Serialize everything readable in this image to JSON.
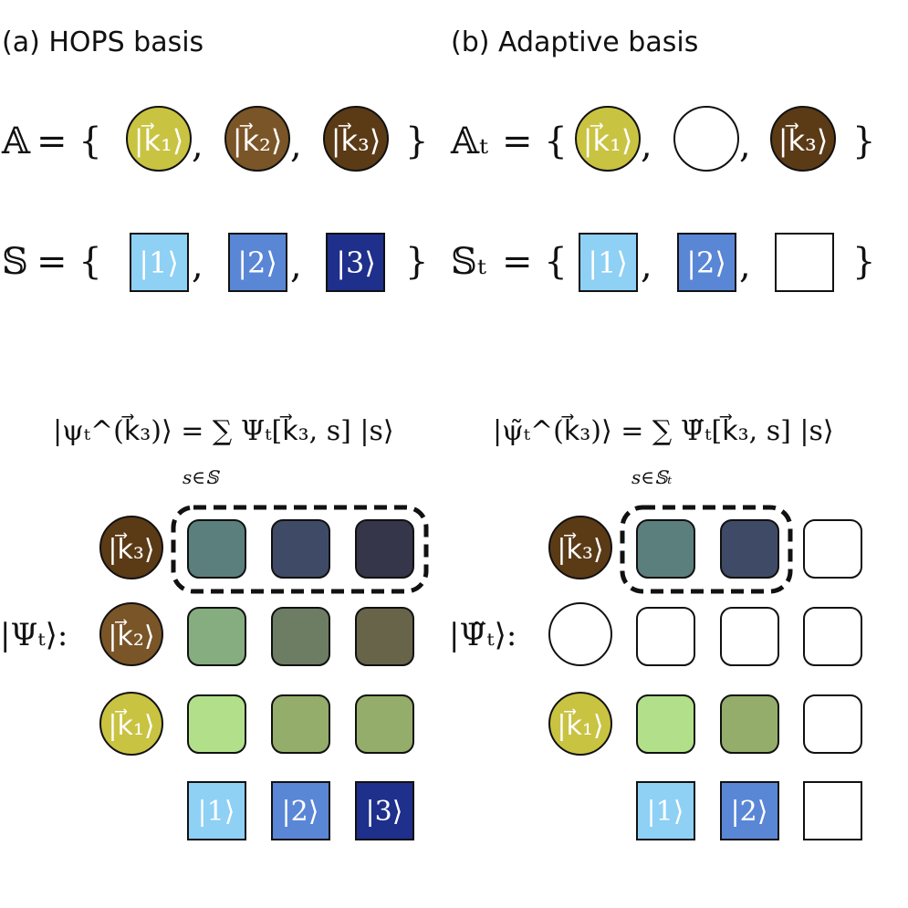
{
  "panel_a": {
    "title": "(a) HOPS basis",
    "aux_set": {
      "symbol": "𝔸",
      "items": [
        {
          "label": "|k⃗₁⟩",
          "color": "#c9c342"
        },
        {
          "label": "|k⃗₂⟩",
          "color": "#7a5527"
        },
        {
          "label": "|k⃗₃⟩",
          "color": "#5b3a16"
        }
      ]
    },
    "state_set": {
      "symbol": "𝕊",
      "items": [
        {
          "label": "|1⟩",
          "color": "#8fd0f5"
        },
        {
          "label": "|2⟩",
          "color": "#5a86d6"
        },
        {
          "label": "|3⟩",
          "color": "#1f2f8c"
        }
      ]
    },
    "equation": "|ψₜ^(k⃗₃)⟩ = ∑ Ψₜ[k⃗₃, s] |s⟩",
    "equation_subscript": "s∈𝕊",
    "psi_label": "|Ψₜ⟩:",
    "grid": {
      "rows": [
        {
          "label": "|k⃗₃⟩",
          "color": "#5b3a16",
          "cells": [
            "#5b7f7d",
            "#3f4b66",
            "#35364a"
          ]
        },
        {
          "label": "|k⃗₂⟩",
          "color": "#7a5527",
          "cells": [
            "#85ad7f",
            "#6d7d63",
            "#686449"
          ]
        },
        {
          "label": "|k⃗₁⟩",
          "color": "#c9c342",
          "cells": [
            "#b2e08a",
            "#94ad6b",
            "#94ad6b"
          ]
        }
      ],
      "columns": [
        {
          "label": "|1⟩",
          "color": "#8fd0f5"
        },
        {
          "label": "|2⟩",
          "color": "#5a86d6"
        },
        {
          "label": "|3⟩",
          "color": "#1f2f8c"
        }
      ]
    }
  },
  "panel_b": {
    "title": "(b) Adaptive basis",
    "aux_set": {
      "symbol": "𝔸ₜ",
      "items": [
        {
          "label": "|k⃗₁⟩",
          "color": "#c9c342"
        },
        {
          "label": "",
          "color": "#ffffff"
        },
        {
          "label": "|k⃗₃⟩",
          "color": "#5b3a16"
        }
      ]
    },
    "state_set": {
      "symbol": "𝕊ₜ",
      "items": [
        {
          "label": "|1⟩",
          "color": "#8fd0f5"
        },
        {
          "label": "|2⟩",
          "color": "#5a86d6"
        },
        {
          "label": "",
          "color": "#ffffff"
        }
      ]
    },
    "equation": "|ψ̃ₜ^(k⃗₃)⟩ = ∑ Ψ̃ₜ[k⃗₃, s] |s⟩",
    "equation_subscript": "s∈𝕊ₜ",
    "psi_label": "|Ψ̃ₜ⟩:",
    "grid": {
      "rows": [
        {
          "label": "|k⃗₃⟩",
          "color": "#5b3a16",
          "cells": [
            "#5b7f7d",
            "#3f4b66",
            "#ffffff"
          ]
        },
        {
          "label": "",
          "color": "#ffffff",
          "cells": [
            "#ffffff",
            "#ffffff",
            "#ffffff"
          ]
        },
        {
          "label": "|k⃗₁⟩",
          "color": "#c9c342",
          "cells": [
            "#b2e08a",
            "#94ad6b",
            "#ffffff"
          ]
        }
      ],
      "columns": [
        {
          "label": "|1⟩",
          "color": "#8fd0f5"
        },
        {
          "label": "|2⟩",
          "color": "#5a86d6"
        },
        {
          "label": "",
          "color": "#ffffff"
        }
      ]
    }
  }
}
